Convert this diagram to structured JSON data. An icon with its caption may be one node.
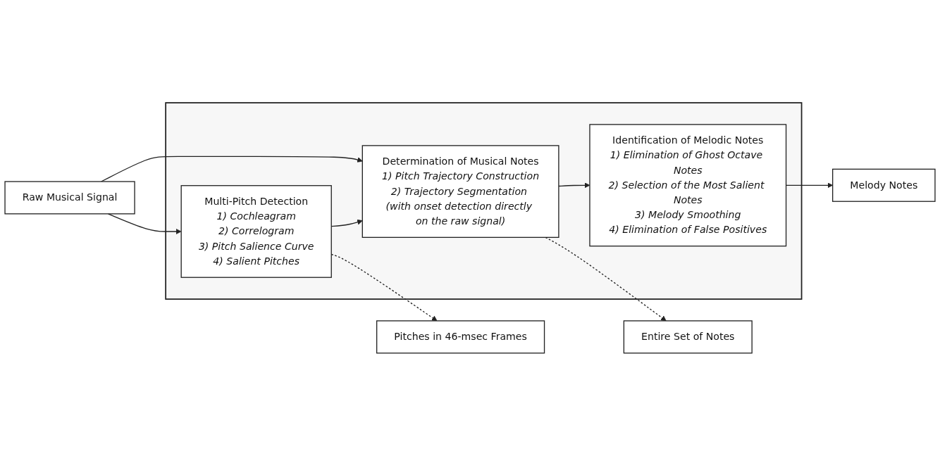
{
  "diagram": {
    "nodes": [
      {
        "text": [
          "Raw Musical Signal"
        ]
      },
      {
        "text": [
          "Pitches in 46-msec Frames"
        ]
      },
      {
        "text": [
          "Entire Set of Notes"
        ]
      },
      {
        "text": [
          "Melody Notes"
        ]
      },
      {
        "text": [],
        "shape": "box"
      },
      {
        "text": [
          "Multi-Pitch Detection",
          "1) Cochleagram",
          "2) Correlogram",
          "3) Pitch Salience Curve",
          "4) Salient Pitches"
        ],
        "in": 4
      },
      {
        "text": [
          "Determination of Musical Notes",
          "1) Pitch Trajectory Construction",
          "2) Trajectory Segmentation (with onset detection directly on the raw signal)"
        ],
        "in": 4
      },
      {
        "text": [
          "Identification of Melodic Notes",
          "1) Elimination of Ghost Octave Notes",
          "2) Selection of the Most Salient Notes",
          "3) Melody Smoothing",
          "4) Elimination of False Positives"
        ],
        "in": 4
      }
    ],
    "edges": [
      {
        "from": 0,
        "to": 5,
        "arrow": "to"
      },
      {
        "from": 0,
        "to": 6,
        "arrow": "to"
      },
      {
        "from": 5,
        "to": 6,
        "arrow": "to"
      },
      {
        "from": 5,
        "to": 1,
        "arrow": "to",
        "style": "dashed"
      },
      {
        "from": 6,
        "to": 7,
        "arrow": "to"
      },
      {
        "from": 6,
        "to": 2,
        "arrow": "to",
        "style": "dashed"
      },
      {
        "from": 7,
        "to": 3,
        "arrow": "to"
      }
    ]
  }
}
